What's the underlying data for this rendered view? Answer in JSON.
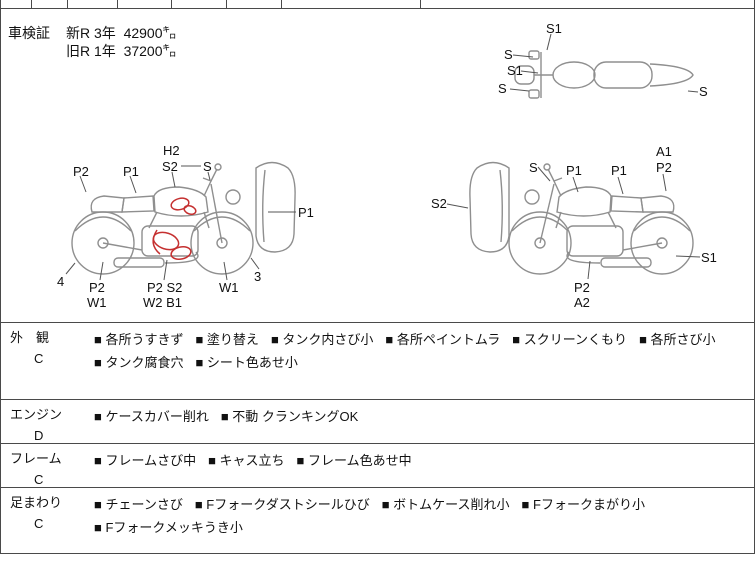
{
  "shaken": {
    "label": "車検証",
    "new_line": "新R 3年  42900㌔",
    "old_line": "旧R 1年  37200㌔"
  },
  "diagram": {
    "topview_labels": [
      "S1",
      "S",
      "S1",
      "S",
      "S"
    ],
    "left_labels": [
      "P2",
      "P1",
      "H2",
      "S2",
      "S",
      "P1",
      "4",
      "P2",
      "W1",
      "P2 S2",
      "W2 B1",
      "W1",
      "3"
    ],
    "right_labels": [
      "S2",
      "S",
      "P1",
      "P1",
      "A1",
      "P2",
      "S1",
      "P2",
      "A2"
    ]
  },
  "inspection": {
    "bullet": "■",
    "rows": [
      {
        "category": "外　観",
        "grade": "C",
        "items": [
          "各所うすきず",
          "塗り替え",
          "タンク内さび小",
          "各所ペイントムラ",
          "スクリーンくもり",
          "各所さび小",
          "タンク腐食穴",
          "シート色あせ小"
        ]
      },
      {
        "category": "エンジン",
        "grade": "D",
        "items": [
          "ケースカバー削れ",
          "不動 クランキングOK"
        ]
      },
      {
        "category": "フレーム",
        "grade": "C",
        "items": [
          "フレームさび中",
          "キャス立ち",
          "フレーム色あせ中"
        ]
      },
      {
        "category": "足まわり",
        "grade": "C",
        "items": [
          "チェーンさび",
          "Fフォークダストシールひび",
          "ボトムケース削れ小",
          "Fフォークまがり小",
          "Fフォークメッキうき小"
        ]
      }
    ]
  }
}
